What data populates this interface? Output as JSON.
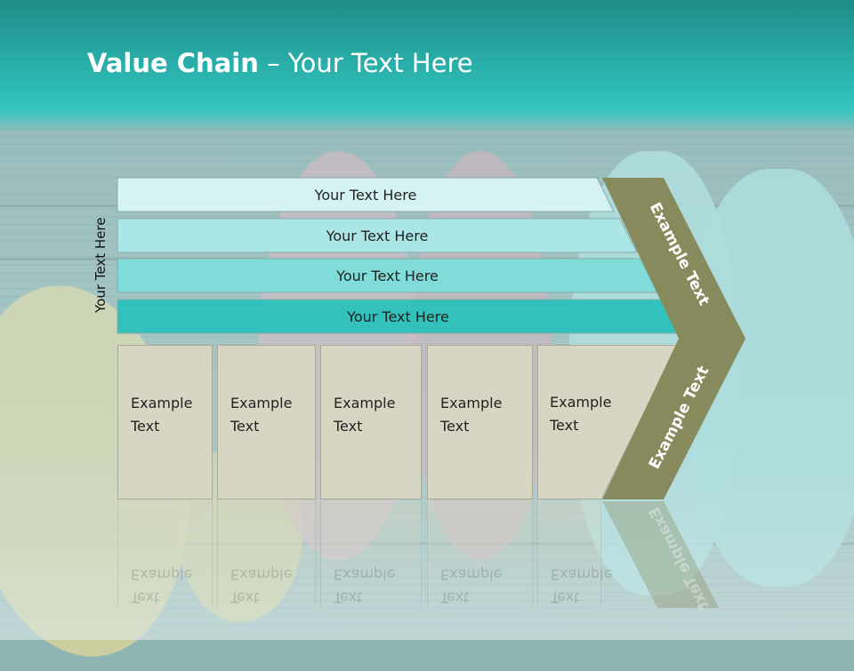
{
  "header": {
    "title_bold": "Value Chain",
    "title_rest": " – Your Text Here"
  },
  "side_label": "Your Text Here",
  "bars": [
    {
      "label": "Your Text Here",
      "color": "#d6f3f4"
    },
    {
      "label": "Your Text Here",
      "color": "#a9e6e5"
    },
    {
      "label": "Your Text Here",
      "color": "#7fdcd8"
    },
    {
      "label": "Your Text Here",
      "color": "#33c2bb"
    }
  ],
  "boxes": [
    {
      "line1": "Example",
      "line2": "Text"
    },
    {
      "line1": "Example",
      "line2": "Text"
    },
    {
      "line1": "Example",
      "line2": "Text"
    },
    {
      "line1": "Example",
      "line2": "Text"
    },
    {
      "line1": "Example",
      "line2": "Text"
    }
  ],
  "chevron": {
    "upper_label": "Example Text",
    "lower_label": "Example Text",
    "color": "#878a5c"
  },
  "colors": {
    "header": "#2bb3ae",
    "box_fill": "#d6d6c2"
  }
}
